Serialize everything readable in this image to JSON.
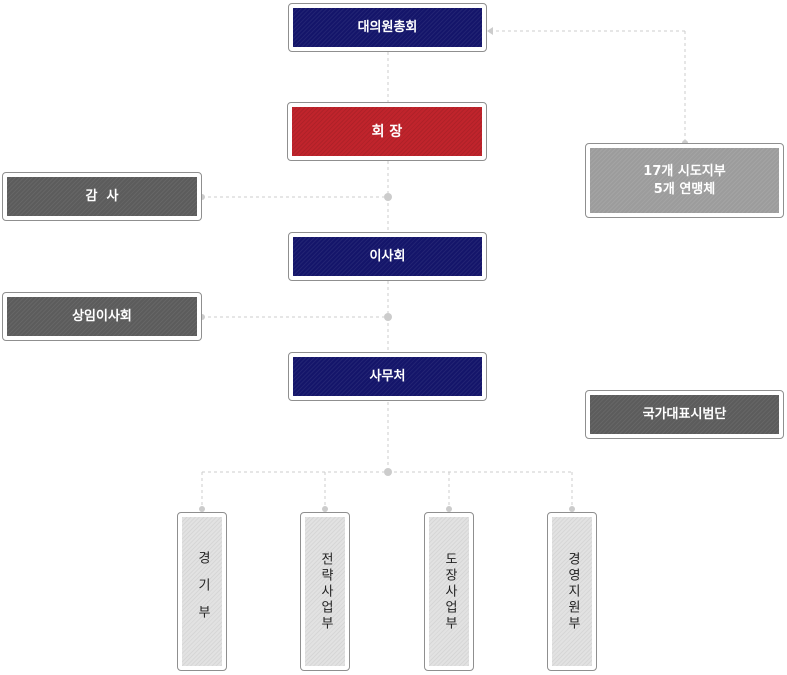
{
  "nodes": {
    "assembly": "대의원총회",
    "president": "회  장",
    "auditor": "감  사",
    "board": "이사회",
    "standing_board": "상임이사회",
    "secretariat": "사무처",
    "regional": {
      "line1": "17개 시도지부",
      "line2": "5개 연맹체"
    },
    "national_team": "국가대표시범단",
    "departments": [
      {
        "label": "경기부"
      },
      {
        "label": "전략사업부"
      },
      {
        "label": "도장사업부"
      },
      {
        "label": "경영지원부"
      }
    ]
  },
  "colors": {
    "navy": "#14156a",
    "red": "#c0242c",
    "dark_gray": "#5c5c5c",
    "mid_gray": "#9c9c9c",
    "light_gray": "#e2e2e2",
    "connector": "#cccccc"
  }
}
